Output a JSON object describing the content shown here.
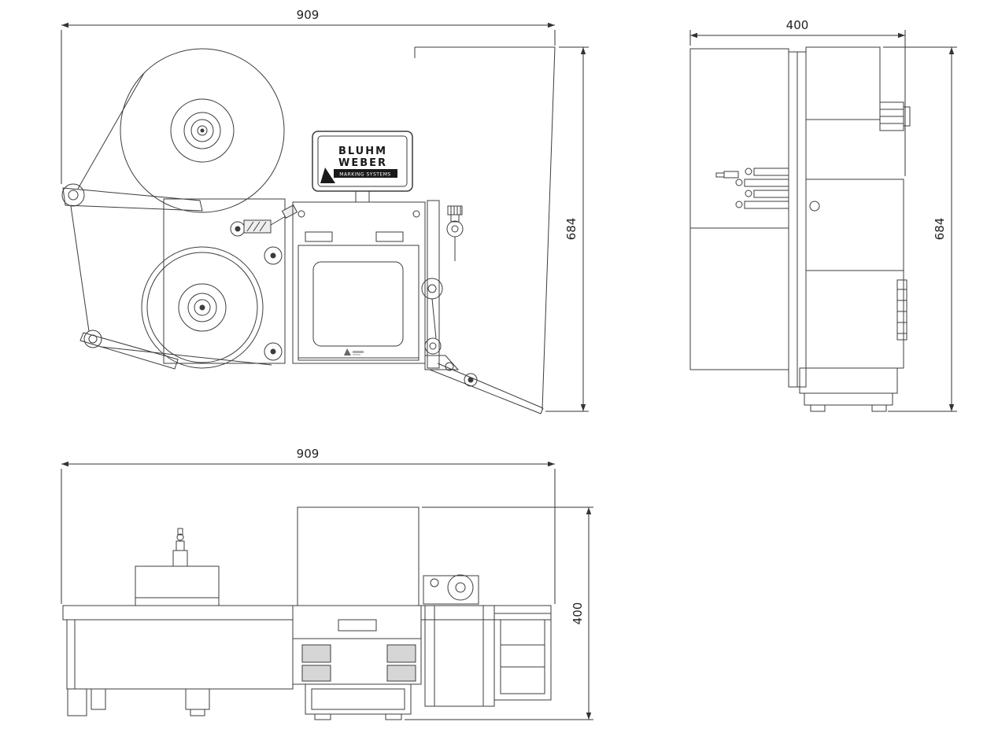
{
  "drawing": {
    "brand": {
      "name1": "BLUHM",
      "name2": "WEBER",
      "tagline": "MARKING SYSTEMS"
    },
    "dimensions": {
      "front": {
        "width": "909",
        "height": "684"
      },
      "side": {
        "width": "400",
        "height": "684"
      },
      "top": {
        "width": "909",
        "height": "400"
      }
    },
    "accent_color": "#1a1a1a",
    "line_color": "#3c3c3c"
  }
}
